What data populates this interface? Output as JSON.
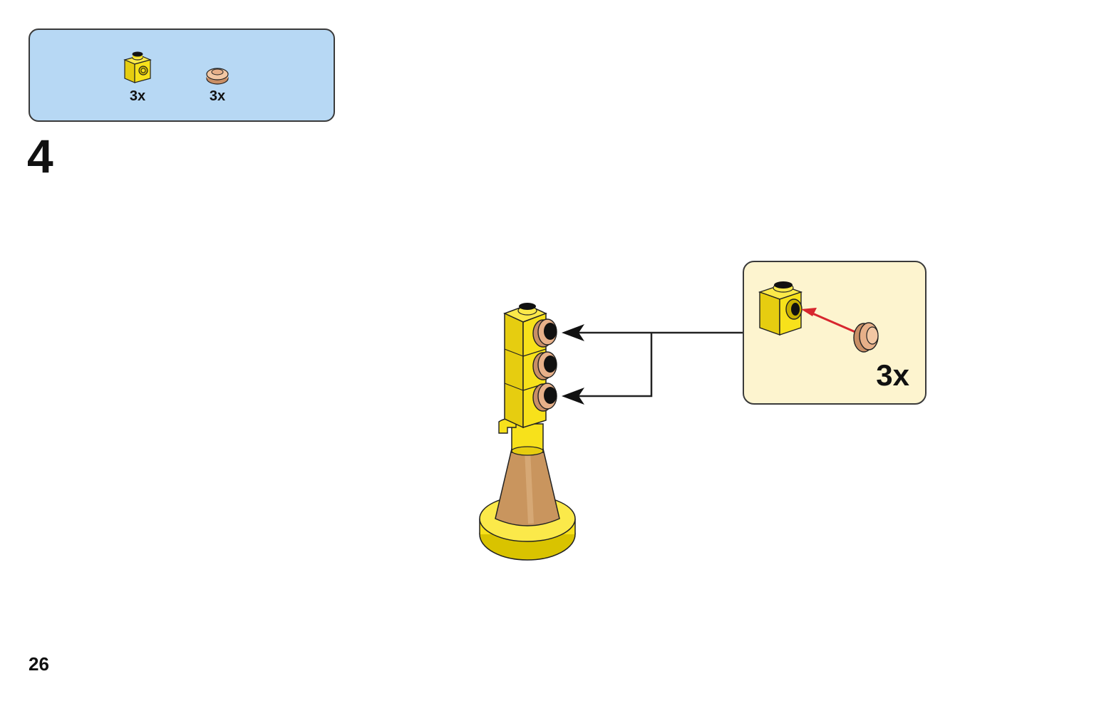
{
  "parts_list": {
    "items": [
      {
        "icon": "yellow-headlight-brick-icon",
        "quantity": "3x"
      },
      {
        "icon": "tan-round-plate-icon",
        "quantity": "3x"
      }
    ]
  },
  "step_number": "4",
  "callout": {
    "quantity": "3x"
  },
  "page_number": "26",
  "colors": {
    "parts_box_bg": "#b7d8f4",
    "callout_bg": "#fdf4cf",
    "brick_yellow": "#f7e11b",
    "plate_tan": "#e7b089",
    "cone_tan": "#c9955e",
    "arrow_red": "#d7262e"
  }
}
